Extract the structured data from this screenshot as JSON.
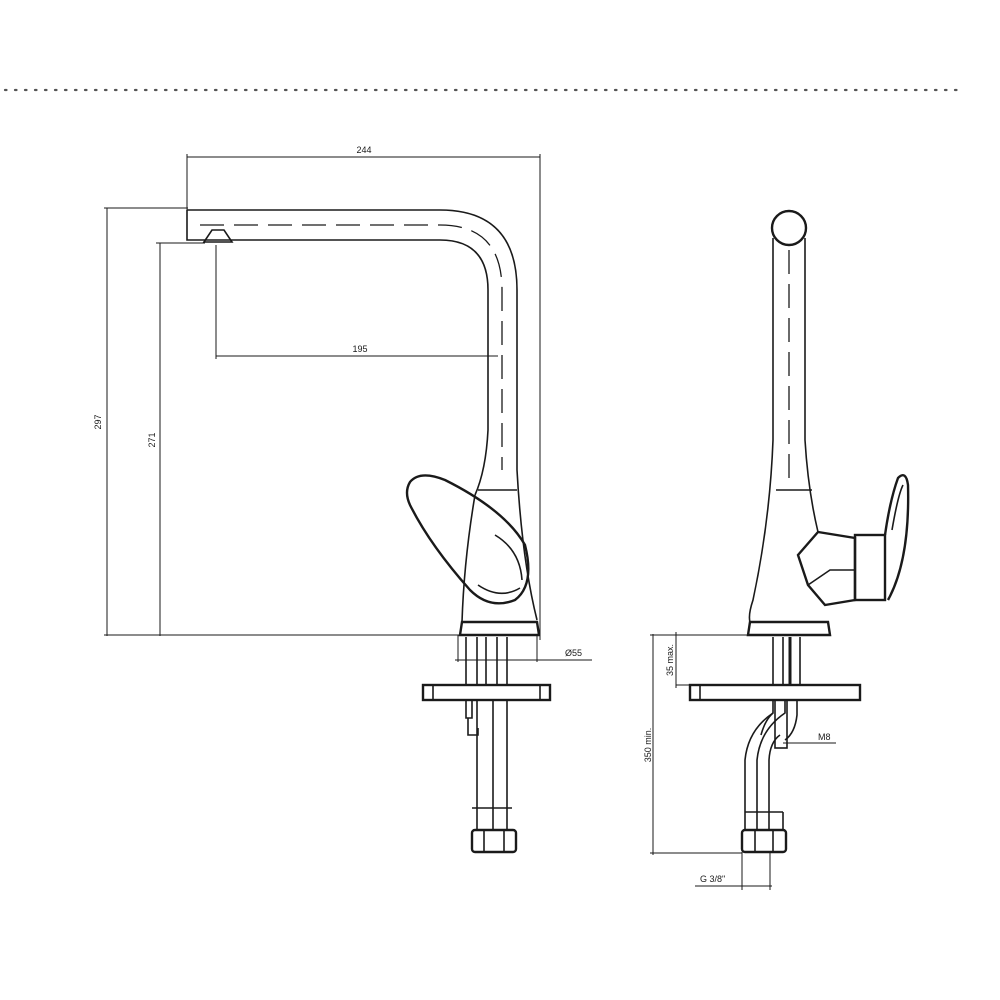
{
  "drawing": {
    "front_view": {
      "dim_width_total": "244",
      "dim_height_total": "297",
      "dim_spout_height": "271",
      "dim_spout_reach": "195",
      "dim_base_diameter": "Ø55"
    },
    "side_view": {
      "dim_deck_thickness": "35 max.",
      "dim_hose_length": "350 min.",
      "dim_stud_thread": "M8",
      "dim_connection_thread": "G 3/8\""
    }
  }
}
